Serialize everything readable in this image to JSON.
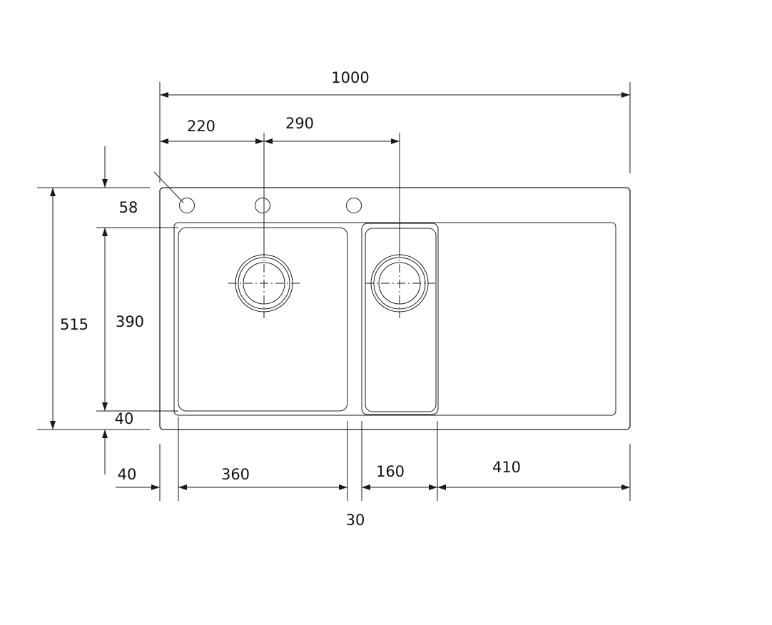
{
  "dimensions": {
    "overall_width": "1000",
    "tap_hole_offset": "220",
    "drain_spacing": "290",
    "top_margin": "58",
    "overall_depth": "515",
    "bowl_depth": "390",
    "bottom_margin": "40",
    "left_margin": "40",
    "main_bowl_width": "360",
    "second_bowl_width": "160",
    "drainer_width": "410",
    "bowl_gap": "30"
  }
}
